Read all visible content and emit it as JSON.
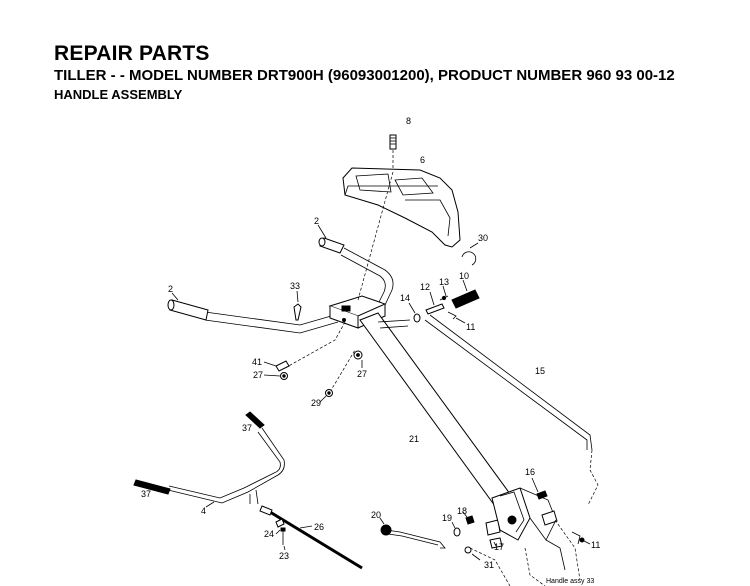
{
  "header": {
    "title": "REPAIR PARTS",
    "subtitle": "TILLER - - MODEL NUMBER DRT900H (96093001200), PRODUCT NUMBER 960 93 00-12",
    "section": "HANDLE ASSEMBLY"
  },
  "diagram": {
    "caption": "Handle assy 33",
    "callouts": {
      "c8": "8",
      "c6": "6",
      "c2a": "2",
      "c30": "30",
      "c2b": "2",
      "c33": "33",
      "c10": "10",
      "c12": "12",
      "c13": "13",
      "c14": "14",
      "c11a": "11",
      "c41": "41",
      "c27a": "27",
      "c27b": "27",
      "c15": "15",
      "c29": "29",
      "c37a": "37",
      "c21": "21",
      "c37b": "37",
      "c16": "16",
      "c4": "4",
      "c26": "26",
      "c20": "20",
      "c18": "18",
      "c19": "19",
      "c24": "24",
      "c17": "17",
      "c11b": "11",
      "c23": "23",
      "c31": "31"
    }
  }
}
